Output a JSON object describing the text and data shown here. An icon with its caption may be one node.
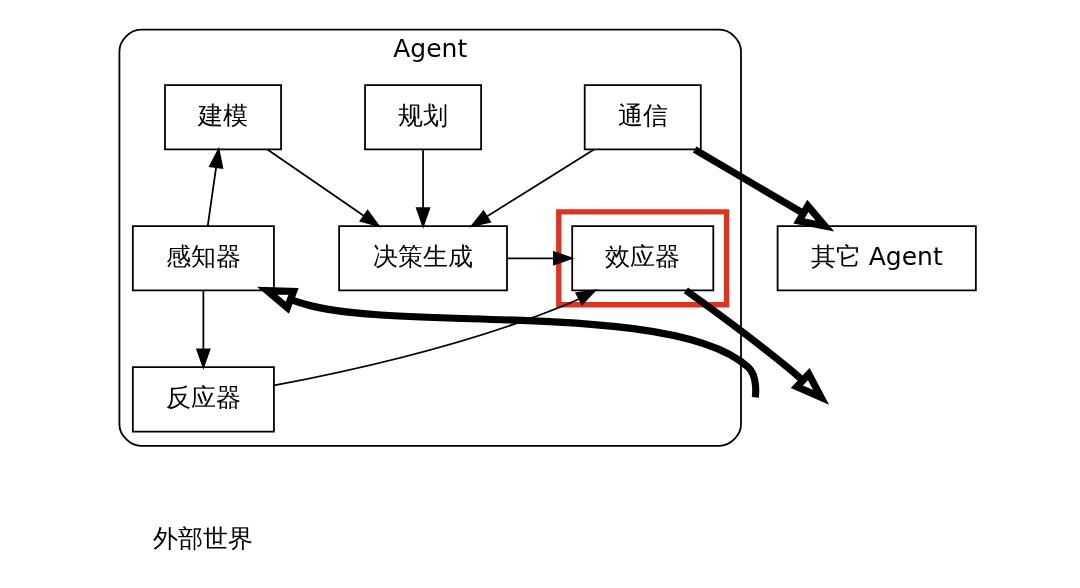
{
  "diagram": {
    "nodes": [
      {
        "text": [
          "Agent"
        ]
      },
      {
        "text": [
          "建模"
        ],
        "in": 0
      },
      {
        "text": [
          "规划"
        ],
        "in": 0
      },
      {
        "text": [
          "通信"
        ],
        "in": 0
      },
      {
        "text": [
          "感知器"
        ],
        "in": 0
      },
      {
        "text": [
          "决策生成"
        ],
        "in": 0
      },
      {
        "text": [],
        "shape": "box",
        "in": 0
      },
      {
        "text": [
          "效应器"
        ],
        "in": 6
      },
      {
        "text": [
          "反应器"
        ],
        "in": 0
      },
      {
        "text": [
          "其它 Agent"
        ]
      }
    ],
    "edges": [
      {
        "from": 4,
        "to": 1,
        "arrow": "to"
      },
      {
        "from": 1,
        "to": 5,
        "arrow": "to"
      },
      {
        "from": 2,
        "to": 5,
        "arrow": "to"
      },
      {
        "from": 3,
        "to": 5,
        "arrow": "to"
      },
      {
        "from": 5,
        "to": 7,
        "arrow": "to"
      },
      {
        "from": 4,
        "to": 8,
        "arrow": "to"
      },
      {
        "from": 8,
        "to": 7,
        "arrow": "to"
      },
      {
        "from": 3,
        "to": 9,
        "arrow": "to",
        "style": "thick"
      },
      {
        "from": null,
        "to": 4,
        "arrow": "to",
        "style": "thick"
      },
      {
        "from": 7,
        "to": null,
        "arrow": "to",
        "style": "thick"
      }
    ],
    "labels": [
      "外部世界"
    ]
  }
}
